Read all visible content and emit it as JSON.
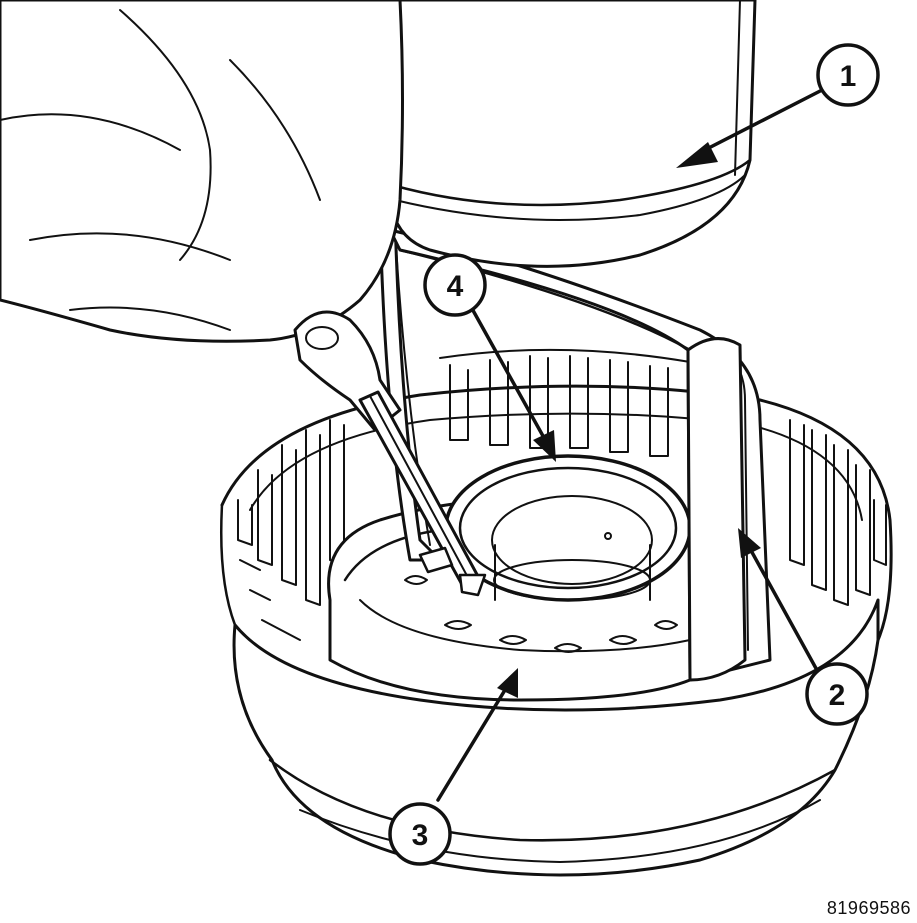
{
  "figure": {
    "callouts": [
      {
        "id": "callout-1",
        "label": "1"
      },
      {
        "id": "callout-2",
        "label": "2"
      },
      {
        "id": "callout-3",
        "label": "3"
      },
      {
        "id": "callout-4",
        "label": "4"
      }
    ],
    "figure_id": "81969586"
  }
}
